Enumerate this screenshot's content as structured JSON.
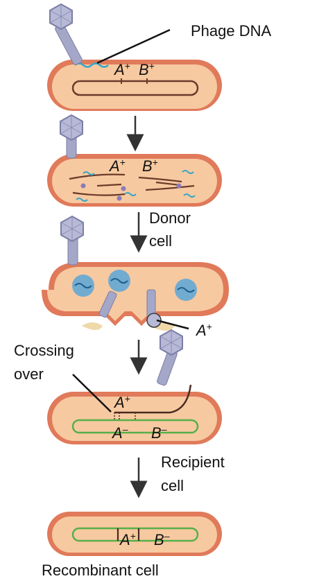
{
  "labels": {
    "phage_dna": "Phage DNA",
    "donor_cell": [
      "Donor",
      "cell"
    ],
    "crossing_over": [
      "Crossing",
      "over"
    ],
    "recipient_cell": [
      "Recipient",
      "cell"
    ],
    "recombinant_cell": "Recombinant cell"
  },
  "genes": {
    "stage1": [
      {
        "base": "A",
        "sign": "+"
      },
      {
        "base": "B",
        "sign": "+"
      }
    ],
    "stage2": [
      {
        "base": "A",
        "sign": "+"
      },
      {
        "base": "B",
        "sign": "+"
      }
    ],
    "stage3": [
      {
        "base": "A",
        "sign": "+"
      }
    ],
    "stage4_top": [
      {
        "base": "A",
        "sign": "+"
      }
    ],
    "stage4_bottom": [
      {
        "base": "A",
        "sign": "–"
      },
      {
        "base": "B",
        "sign": "–"
      }
    ],
    "stage5": [
      {
        "base": "A",
        "sign": "+"
      },
      {
        "base": "B",
        "sign": "–"
      }
    ]
  },
  "colors": {
    "cell_wall": "#e07a5a",
    "cytoplasm": "#f7c9a0",
    "phage_dna": "#35a7c7",
    "bacterial_dna": "#6b3a2a",
    "recipient_dna": "#55b04a",
    "phage_body": "#a4a7c7",
    "arrow": "#333333"
  }
}
